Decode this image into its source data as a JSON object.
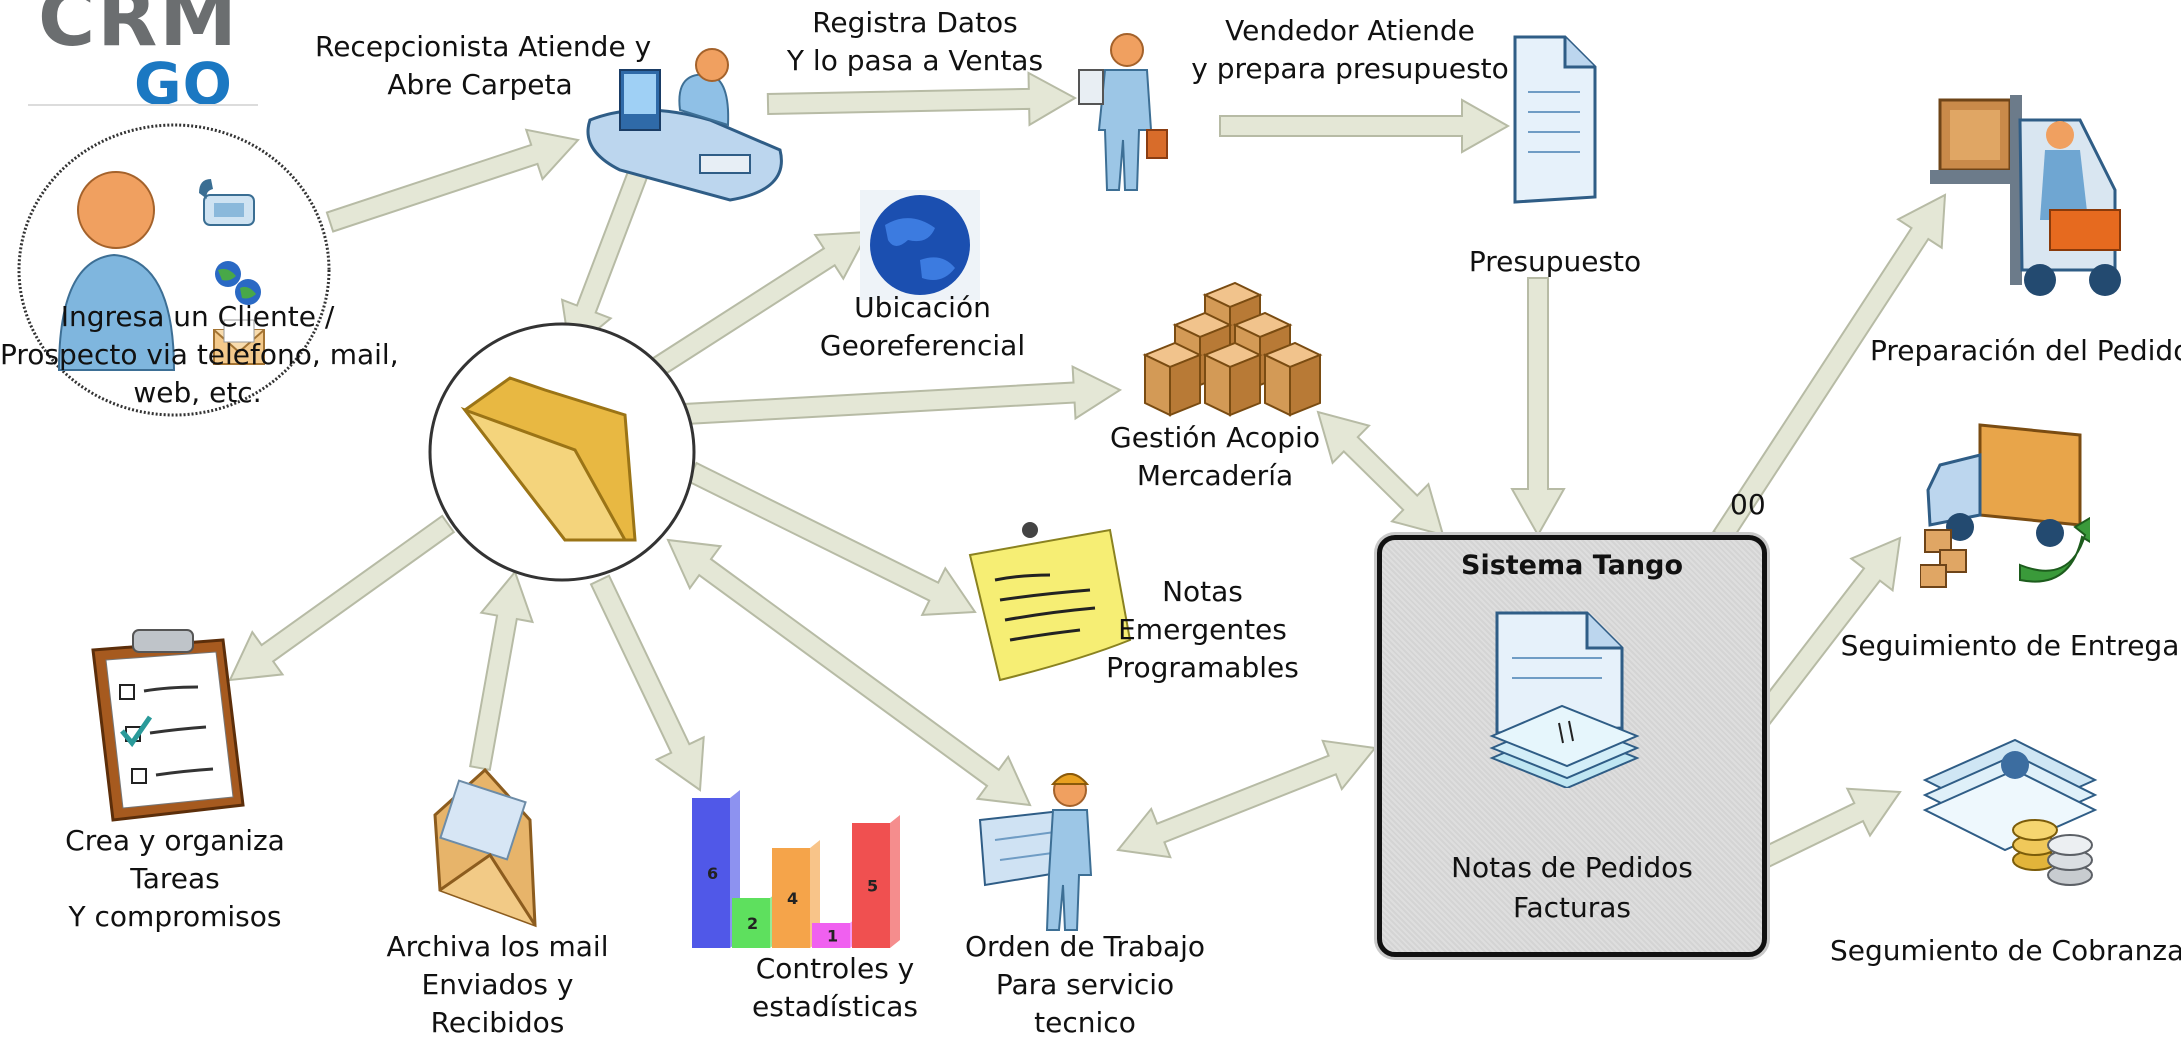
{
  "logo": {
    "line1": "CRM",
    "line2": "GO"
  },
  "labels": {
    "cliente": [
      "Ingresa un Cliente /",
      "Prospecto via telefono, mail,",
      "web, etc."
    ],
    "recepcionista": [
      "Recepcionista Atiende y",
      "Abre Carpeta"
    ],
    "registra": [
      "Registra Datos",
      "Y lo pasa a Ventas"
    ],
    "vendedor": [
      "Vendedor Atiende",
      "y prepara presupuesto"
    ],
    "presupuesto": [
      "Presupuesto"
    ],
    "ubicacion": [
      "Ubicación",
      "Georeferencial"
    ],
    "acopio": [
      "Gestión Acopio",
      "Mercadería"
    ],
    "notas": [
      "Notas",
      "Emergentes",
      "Programables"
    ],
    "tareas": [
      "Crea y organiza",
      "Tareas",
      "Y compromisos"
    ],
    "archiva": [
      "Archiva los mail",
      "Enviados y",
      "Recibidos"
    ],
    "controles": [
      "Controles y",
      "estadísticas"
    ],
    "orden": [
      "Orden de Trabajo",
      "Para servicio",
      "tecnico"
    ],
    "preparacion": [
      "Preparación del Pedido"
    ],
    "entrega": [
      "Seguimiento de Entrega"
    ],
    "cobranzas": [
      "Segumiento de Cobranzas"
    ]
  },
  "tango": {
    "title": "Sistema Tango",
    "subtitle": [
      "Notas de Pedidos",
      "Facturas"
    ]
  },
  "badge": "00",
  "bar_values": [
    "6",
    "2",
    "4",
    "1",
    "5"
  ],
  "colors": {
    "arrow_fill": "#e4e7d6",
    "arrow_stroke": "#b7bba5",
    "bar_colors": [
      "#5058e8",
      "#5ee05e",
      "#f5a44a",
      "#f060f0",
      "#f05050"
    ]
  },
  "icons": [
    "person-icon",
    "phone-icon",
    "globe-icon",
    "envelope-icon",
    "receptionist-desk-icon",
    "salesman-icon",
    "document-icon",
    "folder-icon",
    "earth-icon",
    "boxes-icon",
    "sticky-note-icon",
    "clipboard-icon",
    "mail-envelope-icon",
    "bar-chart-icon",
    "engineer-icon",
    "forklift-icon",
    "delivery-truck-icon",
    "coins-icon"
  ]
}
